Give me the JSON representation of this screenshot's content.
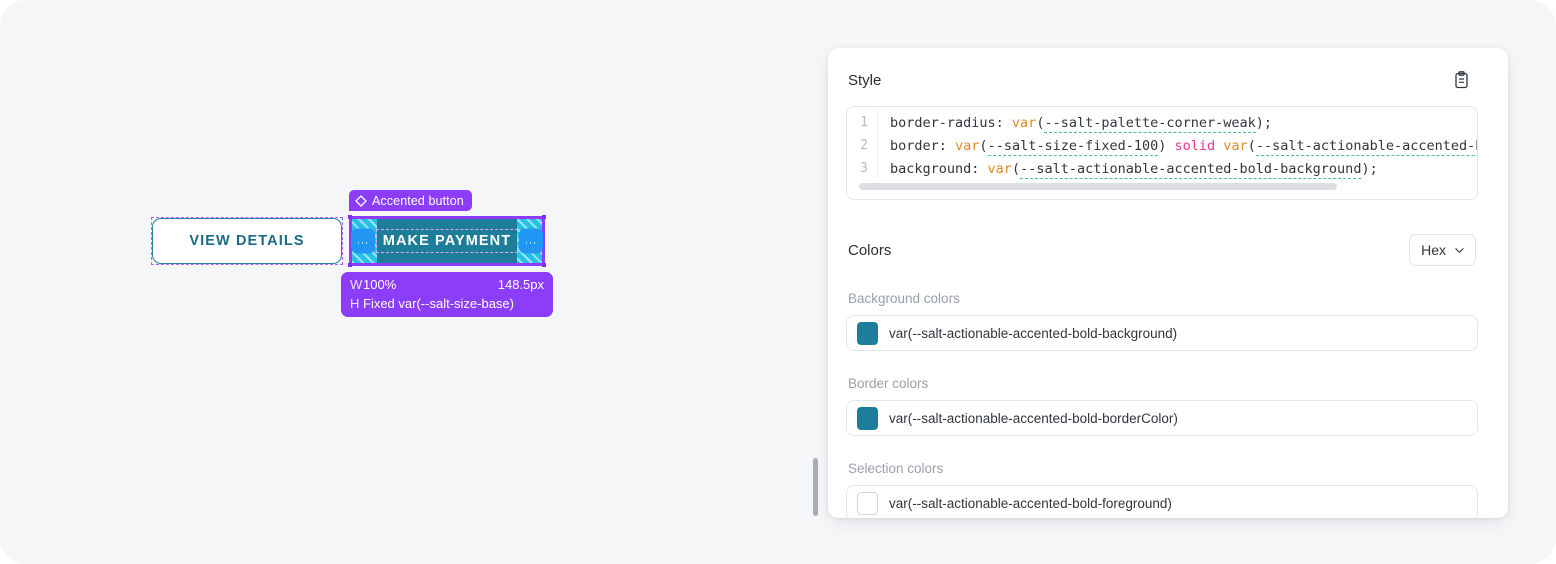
{
  "canvas": {
    "badge": {
      "label": "Accented button",
      "icon": "diamond-icon",
      "color": "#8b3dfa"
    },
    "buttons": [
      {
        "name": "view-details",
        "label": "VIEW DETAILS",
        "style": "secondary"
      },
      {
        "name": "make-payment",
        "label": "MAKE PAYMENT",
        "style": "accented"
      }
    ],
    "handles": {
      "left": "...",
      "right": "..."
    },
    "dimensions": {
      "width_key": "W",
      "width_mode": "100%",
      "width_value": "148.5px",
      "height_key": "H",
      "height_mode": "Fixed",
      "height_value": "var(--salt-size-base)"
    }
  },
  "panel": {
    "style_section": {
      "title": "Style",
      "copy_icon": "clipboard-icon",
      "code_lines": [
        {
          "number": "1",
          "tokens": [
            {
              "t": "prop",
              "v": "border-radius: "
            },
            {
              "t": "fn",
              "v": "var"
            },
            {
              "t": "prop",
              "v": "("
            },
            {
              "t": "var",
              "v": "--salt-palette-corner-weak"
            },
            {
              "t": "prop",
              "v": ");"
            }
          ]
        },
        {
          "number": "2",
          "tokens": [
            {
              "t": "prop",
              "v": "border: "
            },
            {
              "t": "fn",
              "v": "var"
            },
            {
              "t": "prop",
              "v": "("
            },
            {
              "t": "var",
              "v": "--salt-size-fixed-100"
            },
            {
              "t": "prop",
              "v": ") "
            },
            {
              "t": "kw",
              "v": "solid"
            },
            {
              "t": "prop",
              "v": " "
            },
            {
              "t": "fn",
              "v": "var"
            },
            {
              "t": "prop",
              "v": "("
            },
            {
              "t": "var",
              "v": "--salt-actionable-accented-bold-borderColor"
            },
            {
              "t": "prop",
              "v": ");"
            }
          ]
        },
        {
          "number": "3",
          "tokens": [
            {
              "t": "prop",
              "v": "background: "
            },
            {
              "t": "fn",
              "v": "var"
            },
            {
              "t": "prop",
              "v": "("
            },
            {
              "t": "var",
              "v": "--salt-actionable-accented-bold-background"
            },
            {
              "t": "prop",
              "v": ");"
            }
          ]
        }
      ]
    },
    "colors_section": {
      "title": "Colors",
      "format_select": {
        "value": "Hex",
        "icon": "chevron-down-icon"
      },
      "groups": [
        {
          "label": "Background colors",
          "swatch": "teal",
          "swatch_color": "#1e7e99",
          "value": "var(--salt-actionable-accented-bold-background)"
        },
        {
          "label": "Border colors",
          "swatch": "teal",
          "swatch_color": "#1e7e99",
          "value": "var(--salt-actionable-accented-bold-borderColor)"
        },
        {
          "label": "Selection colors",
          "swatch": "white",
          "swatch_color": "#ffffff",
          "value": "var(--salt-actionable-accented-bold-foreground)"
        }
      ]
    }
  }
}
